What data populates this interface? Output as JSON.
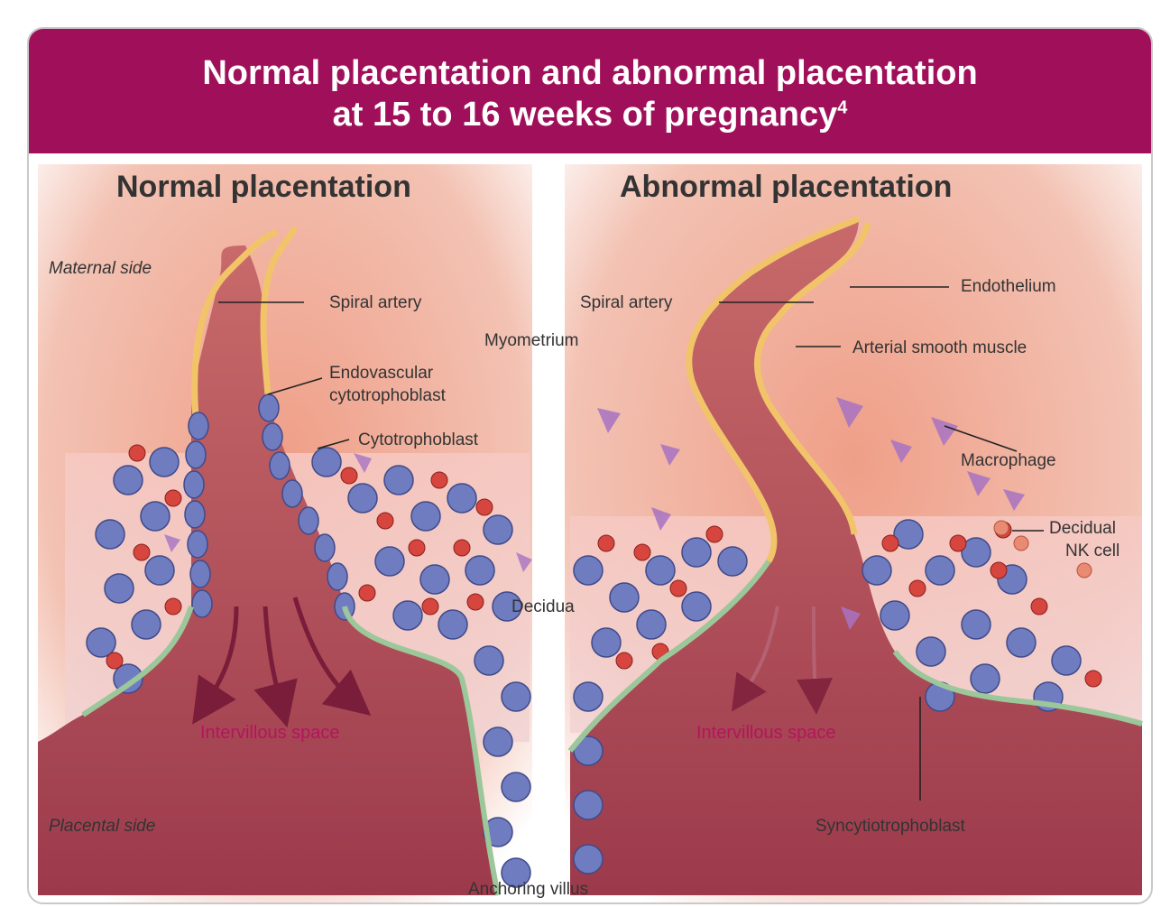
{
  "title": {
    "line1": "Normal placentation and abnormal placentation",
    "line2": "at 15 to 16 weeks of pregnancy",
    "superscript": "4"
  },
  "panels": {
    "normal": {
      "heading": "Normal placentation",
      "labels": {
        "maternal_side": "Maternal side",
        "spiral_artery": "Spiral artery",
        "myometrium": "Myometrium",
        "endovascular_1": "Endovascular",
        "endovascular_2": "cytotrophoblast",
        "cytotrophoblast": "Cytotrophoblast",
        "decidua": "Decidua",
        "intervillous_space": "Intervillous space",
        "placental_side": "Placental side",
        "anchoring_villus": "Anchoring villus"
      }
    },
    "abnormal": {
      "heading": "Abnormal placentation",
      "labels": {
        "spiral_artery": "Spiral artery",
        "endothelium": "Endothelium",
        "arterial_smooth_muscle": "Arterial smooth muscle",
        "macrophage": "Macrophage",
        "decidual_nk_1": "Decidual",
        "decidual_nk_2": "NK cell",
        "intervillous_space": "Intervillous space",
        "syncytiotrophoblast": "Syncytiotrophoblast"
      }
    }
  },
  "colors": {
    "banner": "#a0105a",
    "tissue": "#e9a28e",
    "blood_space": "#b9505a",
    "artery_wall": "#f2c46a",
    "trophoblast": "#6f7cc0",
    "red_cell": "#d6453e",
    "macrophage": "#a873c3",
    "label_pink": "#b3155f"
  }
}
